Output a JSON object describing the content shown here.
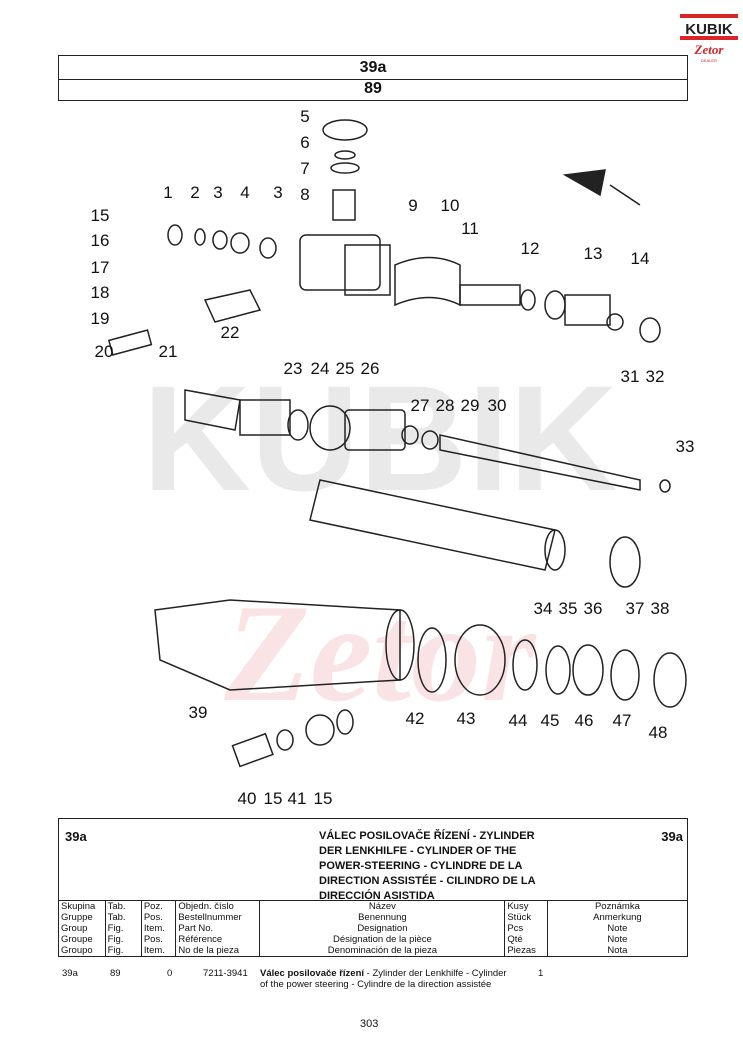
{
  "header": {
    "group": "39a",
    "table": "89"
  },
  "logo": {
    "brand": "KUBIK",
    "sub": "Zetor",
    "dealer": "DEALER"
  },
  "callouts": [
    "5",
    "6",
    "7",
    "8",
    "1",
    "2",
    "3",
    "4",
    "3",
    "9",
    "10",
    "11",
    "12",
    "13",
    "14",
    "15",
    "16",
    "17",
    "18",
    "19",
    "20",
    "21",
    "22",
    "23",
    "24",
    "25",
    "26",
    "27",
    "28",
    "29",
    "30",
    "31",
    "32",
    "33",
    "34",
    "35",
    "36",
    "37",
    "38",
    "39",
    "40",
    "15",
    "41",
    "15",
    "42",
    "43",
    "44",
    "45",
    "46",
    "47",
    "48"
  ],
  "title_block": {
    "group_left": "39a",
    "group_right": "39a",
    "title_lines": [
      "VÁLEC POSILOVAČE ŘÍZENÍ  - ZYLINDER",
      "DER LENKHILFE - CYLINDER OF THE",
      "POWER-STEERING - CYLINDRE DE LA",
      "DIRECTION ASSISTÉE - CILINDRO DE LA",
      "DIRECCIÓN ASISTIDA"
    ]
  },
  "columns": [
    [
      "Skupina",
      "Gruppe",
      "Group",
      "Groupe",
      "Groupo"
    ],
    [
      "Tab.",
      "Tab.",
      "Fig.",
      "Fig.",
      "Fig."
    ],
    [
      "Poz.",
      "Pos.",
      "Item.",
      "Pos.",
      "Item."
    ],
    [
      "Objedn. číslo",
      "Bestellnummer",
      "Part No.",
      "Référence",
      "No de la pieza"
    ],
    [
      "Název",
      "Benennung",
      "Designation",
      "Désignation de la pièce",
      "Denominación de la pieza"
    ],
    [
      "Kusy",
      "Stück",
      "Pcs",
      "Qté",
      "Piezas"
    ],
    [
      "Poznámka",
      "Anmerkung",
      "Note",
      "Note",
      "Nota"
    ]
  ],
  "rows": [
    {
      "group": "39a",
      "tab": "89",
      "pos": "0",
      "part_no": "7211-3941",
      "name_bold": "Válec posilovače řízení",
      "name_rest": " - Zylinder der Lenkhilfe - Cylinder of the power steering - Cylindre de la direction assistée",
      "qty": "1",
      "note": ""
    }
  ],
  "page_number": "303"
}
